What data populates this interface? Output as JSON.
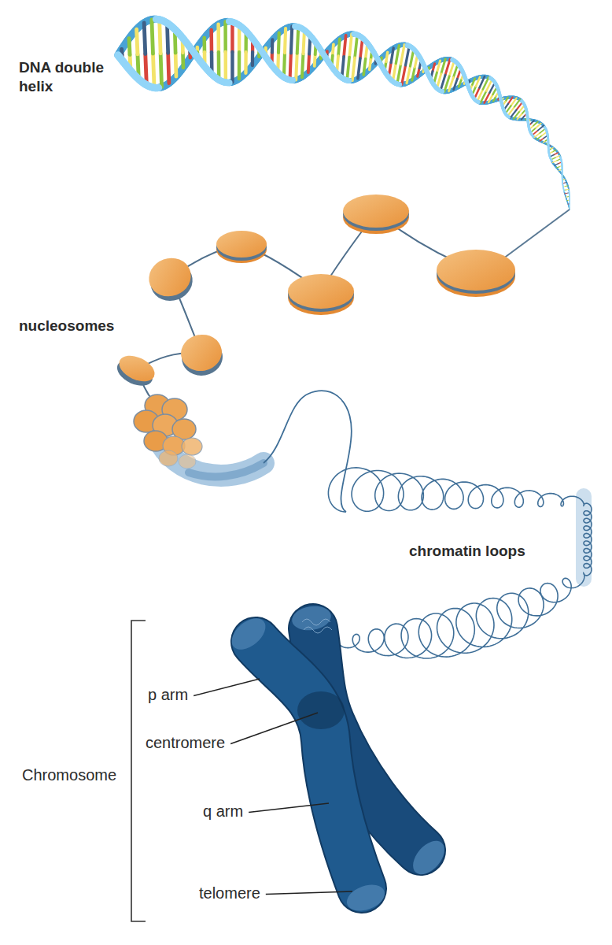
{
  "diagram": {
    "labels": [
      "DNA double helix",
      "nucleosomes",
      "chromatin loops",
      "Chromosome",
      "p arm",
      "centromere",
      "q arm",
      "telomere"
    ]
  }
}
